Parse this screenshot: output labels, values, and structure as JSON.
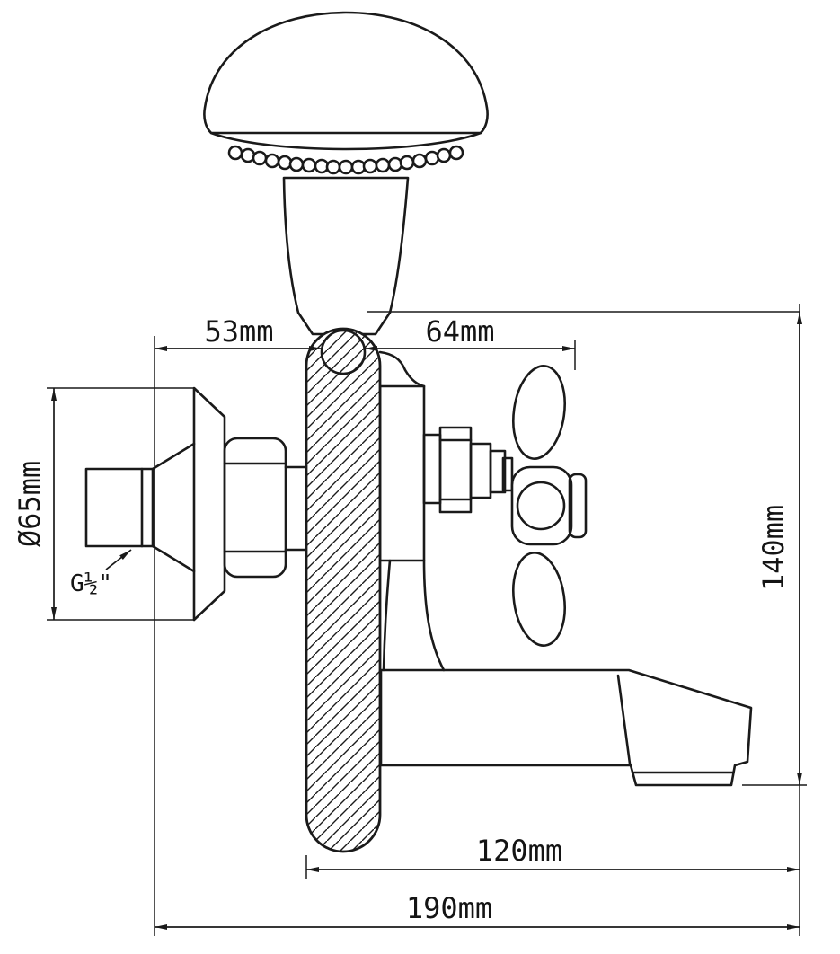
{
  "page": {
    "background": "#ffffff",
    "line_color": "#1a1a1a"
  },
  "labels": {
    "dim_top_left": "53mm",
    "dim_top_right": "64mm",
    "dim_flange_diameter": "Ø65mm",
    "dim_thread_size": "G½\"",
    "dim_height_right": "140mm",
    "dim_spout_reach": "120mm",
    "dim_overall_width": "190mm"
  }
}
